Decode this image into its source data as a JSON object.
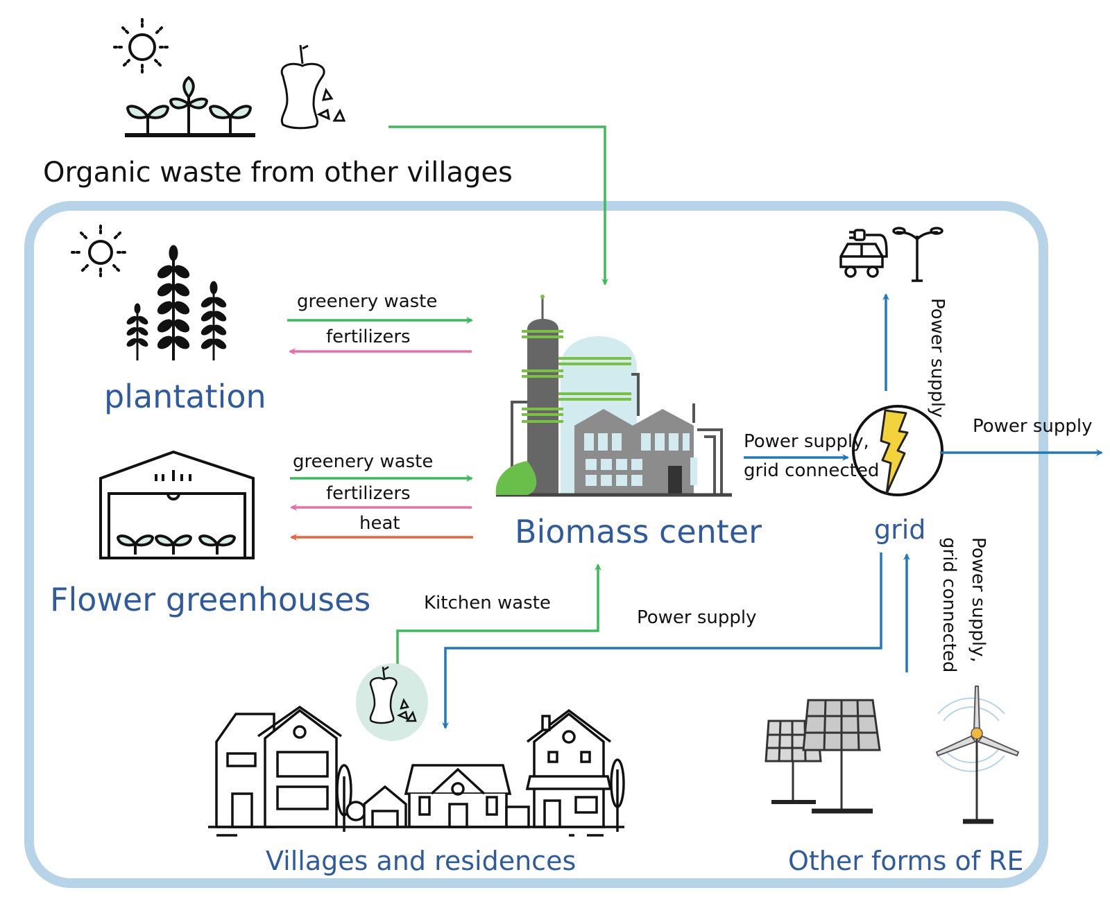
{
  "colors": {
    "frame": "#b7d3e8",
    "green_flow": "#3dba5c",
    "pink_flow": "#e86fa6",
    "orange_flow": "#e8643a",
    "blue_flow": "#2178be",
    "title_blue": "#2f5b9e",
    "bolt_yellow": "#f2d33c"
  },
  "external": {
    "label": "Organic waste from other villages",
    "icons": [
      "sun-icon",
      "seedlings-icon",
      "apple-core-recycle-icon"
    ]
  },
  "nodes": {
    "plantation": {
      "label": "plantation",
      "icons": [
        "sun-icon",
        "wheat-plants-icon"
      ]
    },
    "greenhouses": {
      "label": "Flower greenhouses",
      "icons": [
        "greenhouse-icon"
      ]
    },
    "biomass": {
      "label": "Biomass center",
      "icons": [
        "biomass-plant-icon"
      ]
    },
    "grid": {
      "label": "grid",
      "icons": [
        "lightning-bolt-icon"
      ]
    },
    "consumers": {
      "icons": [
        "electric-car-charging-icon",
        "street-lamp-icon"
      ]
    },
    "villages": {
      "label": "Villages and residences",
      "icons": [
        "houses-icon",
        "kitchen-waste-icon"
      ]
    },
    "re": {
      "label": "Other forms of RE",
      "icons": [
        "solar-panel-icon",
        "wind-turbine-icon"
      ]
    }
  },
  "flows": {
    "plantation_greenery": "greenery waste",
    "plantation_fertilizers": "fertilizers",
    "greenhouse_greenery": "greenery waste",
    "greenhouse_fertilizers": "fertilizers",
    "greenhouse_heat": "heat",
    "biomass_to_grid": "Power supply,\ngrid connected",
    "biomass_to_grid_l1": "Power supply,",
    "biomass_to_grid_l2": "grid connected",
    "grid_to_consumers": "Power supply",
    "grid_to_external": "Power supply",
    "kitchen_waste": "Kitchen waste",
    "grid_to_villages": "Power supply",
    "re_to_grid_l1": "Power supply,",
    "re_to_grid_l2": "grid connected"
  }
}
